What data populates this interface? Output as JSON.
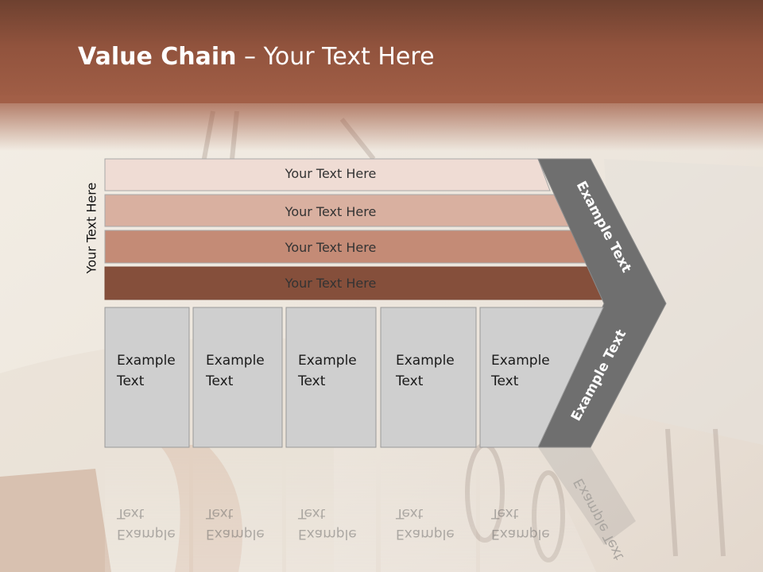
{
  "slide": {
    "title_bold": "Value Chain",
    "title_rest": " – Your Text Here",
    "side_label": "Your Text Here"
  },
  "bars": [
    {
      "label": "Your Text Here",
      "color": "#efdcd4"
    },
    {
      "label": "Your Text Here",
      "color": "#d9b0a0"
    },
    {
      "label": "Your Text Here",
      "color": "#c48b76"
    },
    {
      "label": "Your Text Here",
      "color": "#854f3b"
    }
  ],
  "cards": [
    {
      "line1": "Example",
      "line2": "Text"
    },
    {
      "line1": "Example",
      "line2": "Text"
    },
    {
      "line1": "Example",
      "line2": "Text"
    },
    {
      "line1": "Example",
      "line2": "Text"
    },
    {
      "line1": "Example",
      "line2": "Text"
    }
  ],
  "arrow": {
    "upper_text": "Example Text",
    "lower_text": "Example Text",
    "color": "#6f6f6f"
  }
}
